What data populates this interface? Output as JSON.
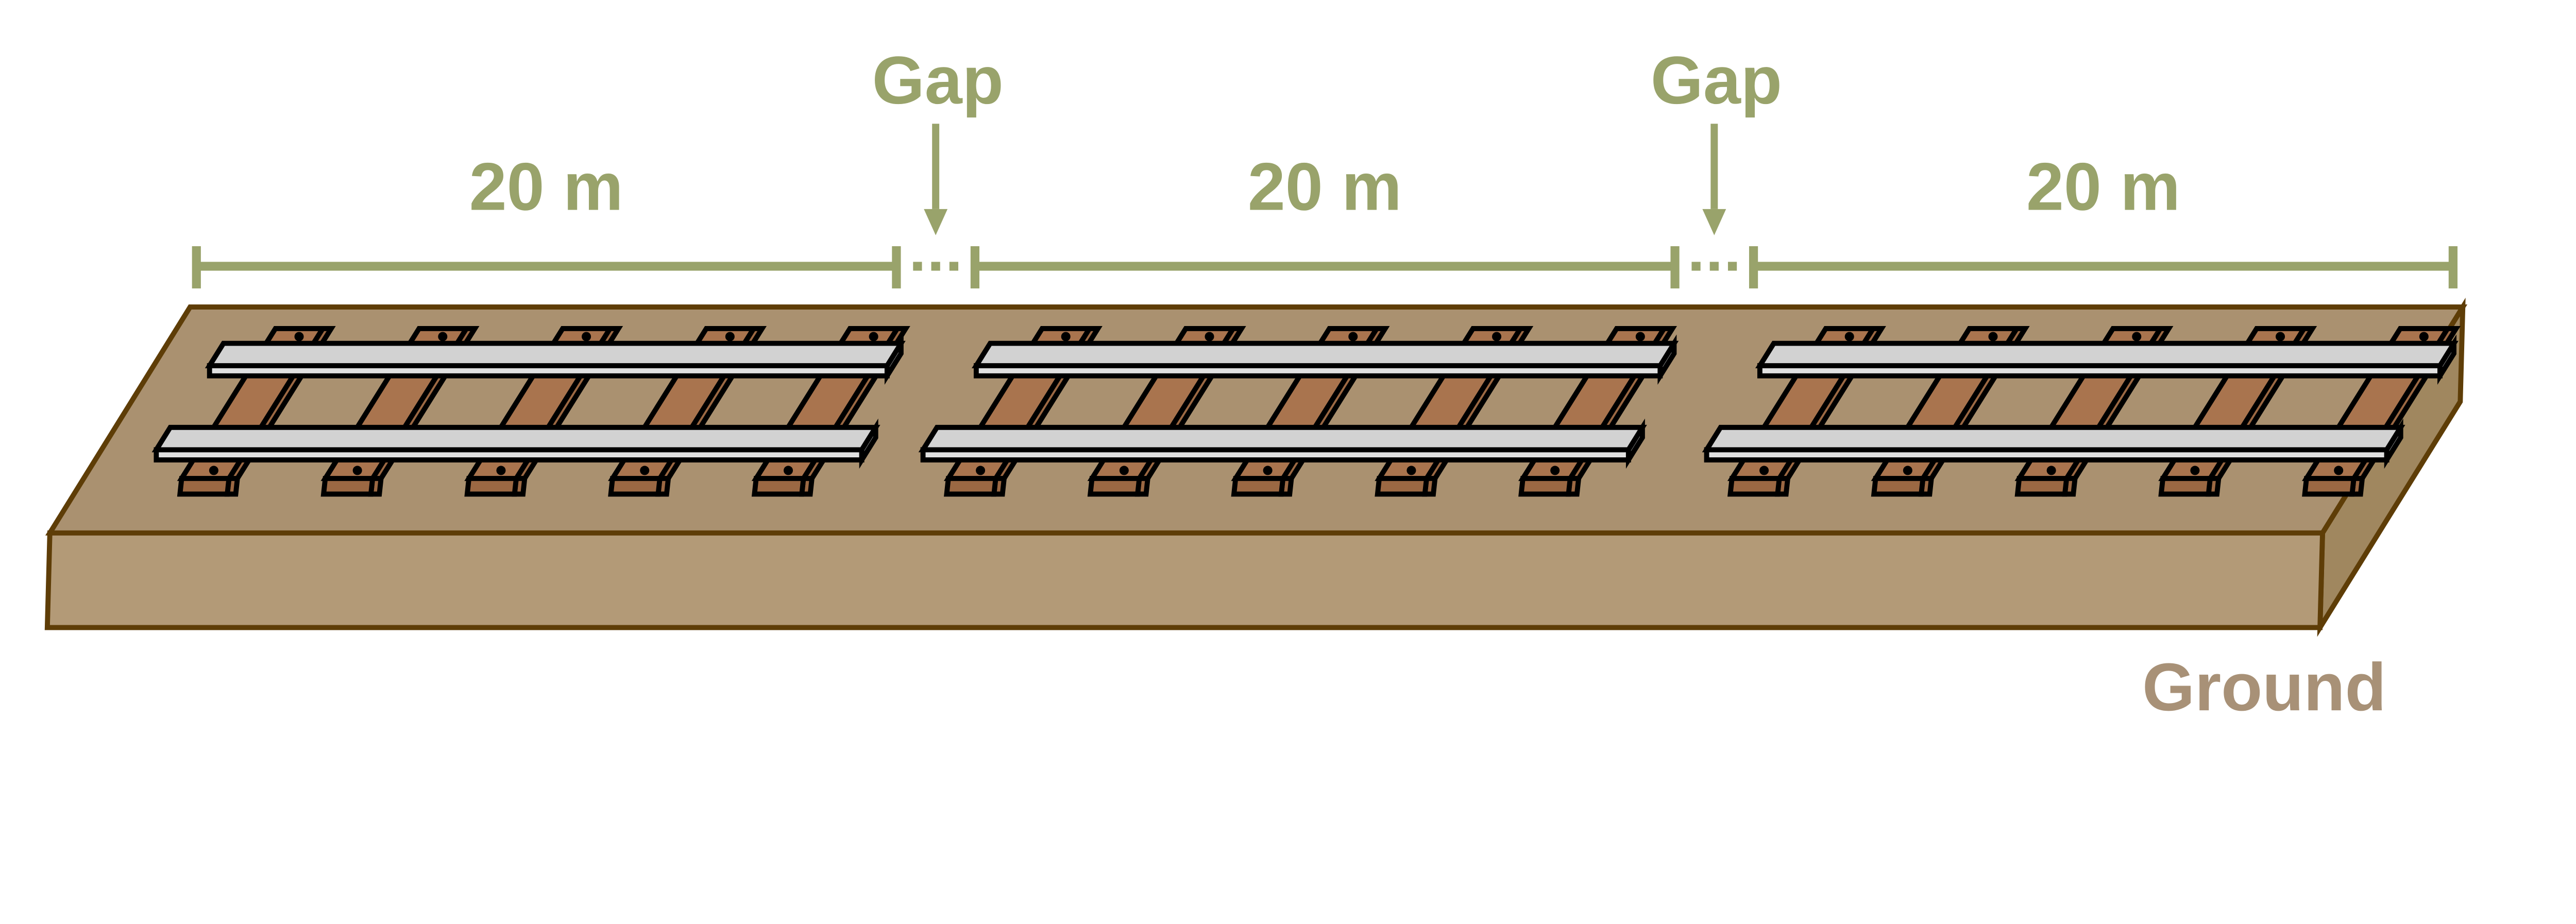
{
  "title": "Railway track segments with expansion gaps on ground",
  "colors": {
    "olive": "#99A36B",
    "taupe": "#A89177",
    "ground_top": "#AA9170",
    "ground_front": "#B39A77",
    "ground_right": "#A0875F",
    "ground_outline": "#5E3D07",
    "sleeper_top": "#A9744E",
    "sleeper_dark": "#9B6843",
    "rail_top": "#D2D2D2",
    "rail_front": "#E0E0E0",
    "rail_cap": "#EDEDED",
    "outline": "#000000",
    "background": "#FFFFFF"
  },
  "diagram": {
    "ground_label": "Ground",
    "gap_labels": [
      "Gap",
      "Gap"
    ],
    "measurements": [
      {
        "label": "20 m"
      },
      {
        "label": "20 m"
      },
      {
        "label": "20 m"
      }
    ],
    "segments_count": 3,
    "gaps_count": 2,
    "sleepers_per_segment": 5
  }
}
